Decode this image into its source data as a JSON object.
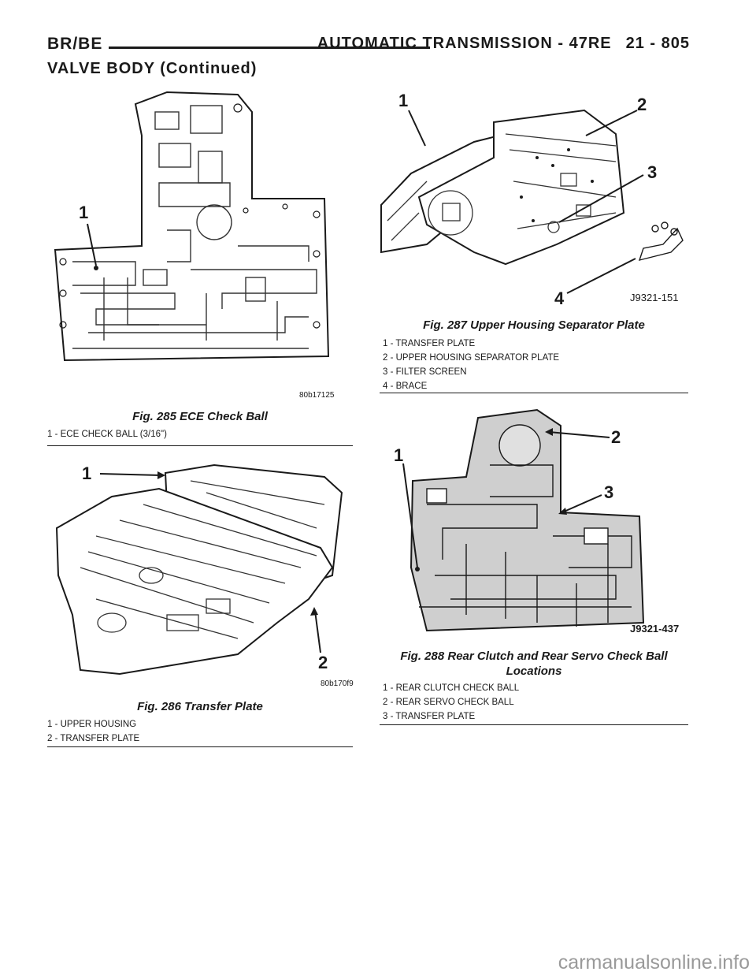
{
  "header": {
    "left": "BR/BE",
    "right": "AUTOMATIC TRANSMISSION - 47RE",
    "page": "21 - 805"
  },
  "section_title": "VALVE BODY (Continued)",
  "figures": {
    "fig285": {
      "code": "80b17125",
      "callouts": [
        "1"
      ],
      "caption": "Fig. 285 ECE Check Ball",
      "legend": [
        "1 - ECE CHECK BALL (3/16\")"
      ]
    },
    "fig286": {
      "code": "80b170f9",
      "callouts": [
        "1",
        "2"
      ],
      "caption": "Fig. 286 Transfer Plate",
      "legend": [
        "1 - UPPER HOUSING",
        "2 - TRANSFER PLATE"
      ]
    },
    "fig287": {
      "code": "J9321-151",
      "callouts": [
        "1",
        "2",
        "3",
        "4"
      ],
      "caption": "Fig. 287 Upper Housing Separator Plate",
      "legend": [
        "1 - TRANSFER PLATE",
        "2 - UPPER HOUSING SEPARATOR PLATE",
        "3 - FILTER SCREEN",
        "4 - BRACE"
      ]
    },
    "fig288": {
      "code": "J9321-437",
      "callouts": [
        "1",
        "2",
        "3"
      ],
      "caption_line1": "Fig. 288 Rear Clutch and Rear Servo Check Ball",
      "caption_line2": "Locations",
      "legend": [
        "1 - REAR CLUTCH CHECK BALL",
        "2 - REAR SERVO CHECK BALL",
        "3 - TRANSFER PLATE"
      ]
    }
  },
  "watermark": "carmanualsonline.info"
}
